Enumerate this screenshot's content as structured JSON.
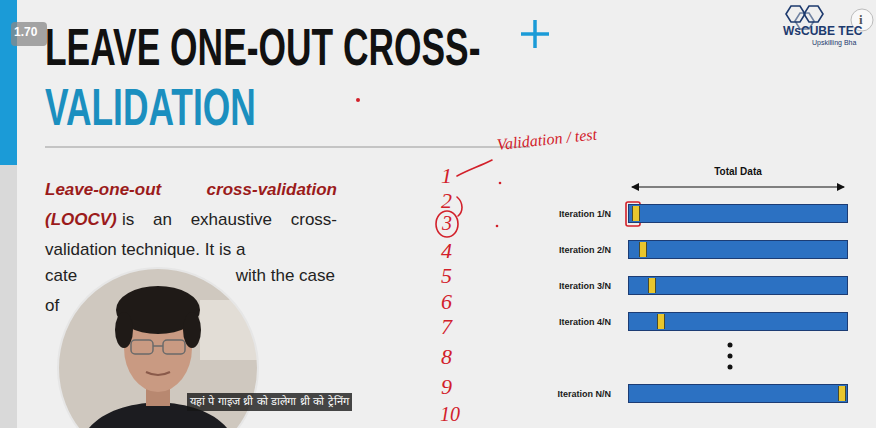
{
  "diagram": {
    "title": "LEAVE ONE-OUT CROSS- VALIDATION",
    "caption": "यहां पे गाइज थ्री को डालेगा थ्री को ट्रेनिंग",
    "nodes": [
      {
        "text": [
          "Iteration 1/N"
        ]
      },
      {
        "text": [
          "Iteration 2/N"
        ]
      },
      {
        "text": [
          "Iteration 3/N"
        ]
      },
      {
        "text": [
          "Iteration 4/N"
        ]
      },
      {
        "text": [
          "Iteration N/N"
        ]
      }
    ],
    "labels": [
      "1.70",
      "WsCUBE TEC",
      "Upskilling Bha",
      "i",
      "Leave-one-out cross-validation (LOOCV)",
      "is an exhaustive cross- validation technique. It is a",
      "cate",
      "with the case",
      "of",
      "Validation / test",
      "1",
      "2",
      "3",
      "4",
      "5",
      "6",
      "7",
      "8",
      "9",
      "10",
      "Total Data"
    ]
  }
}
